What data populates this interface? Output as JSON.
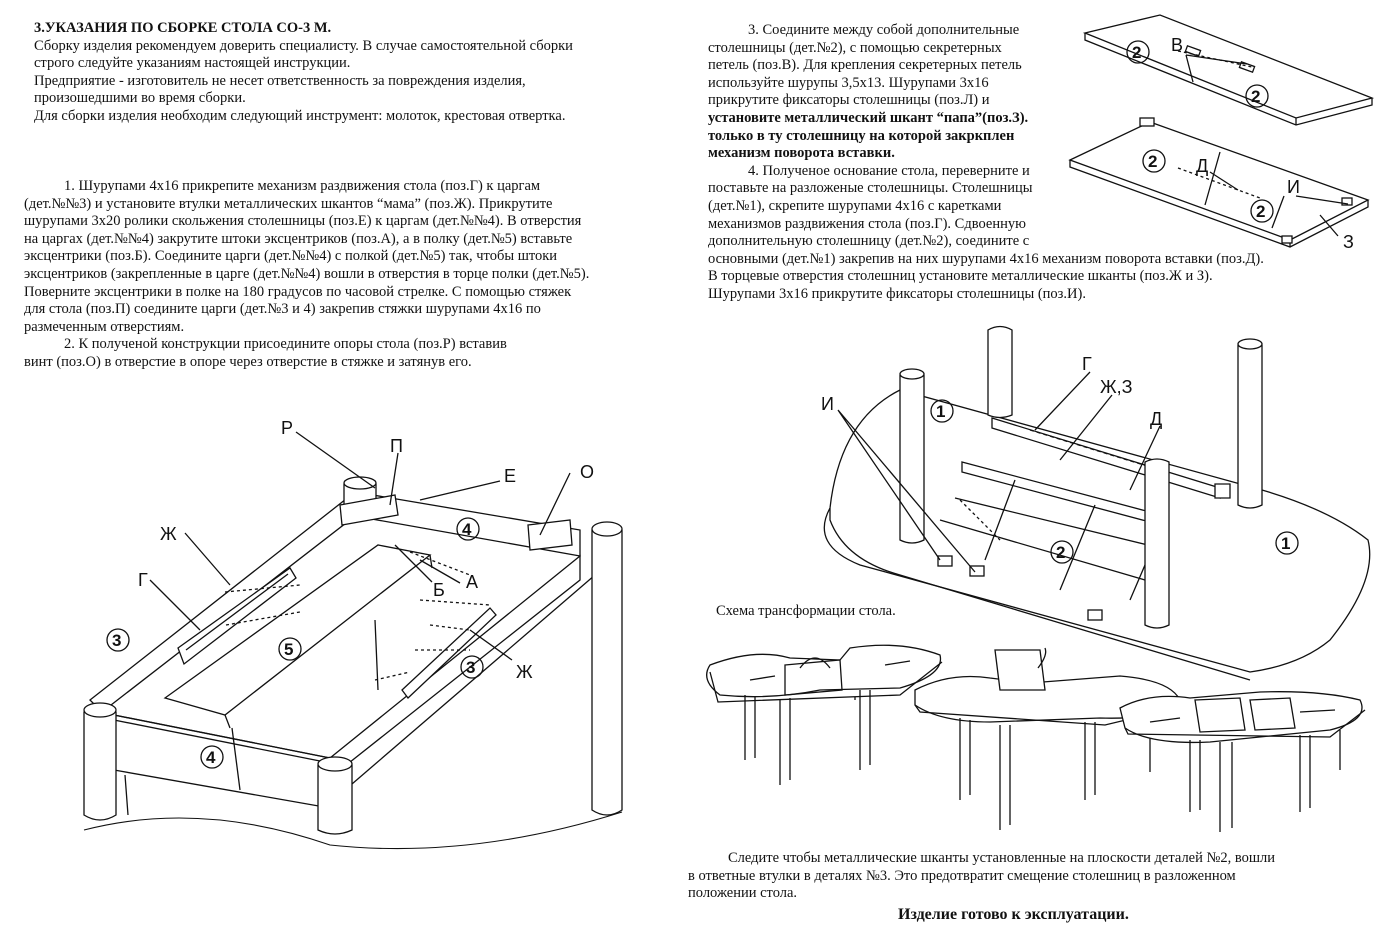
{
  "header": {
    "title": "3.УКАЗАНИЯ ПО СБОРКЕ СТОЛА СО-3 М.",
    "intro": [
      " Сборку  изделия  рекомендуем  доверить  специалисту.  В  случае самостоятельной сборки",
      "строго  следуйте  указаниям  настоящей  инструкции.",
      " Предприятие - изготовитель не  несет ответственность  за  повреждения  изделия,",
      "произошедшими  во  время  сборки.",
      " Для  сборки  изделия  необходим  следующий   инструмент: молоток,  крестовая  отвертка."
    ]
  },
  "steps": {
    "step1": [
      "1.  Шурупами 4х16 прикрепите механизм раздвижения стола (поз.Г) к царгам",
      " (дет.№№3) и установите втулки металлических шкантов “мама” (поз.Ж).  Прикрутите",
      "шурупами 3х20 ролики скольжения столешницы (поз.Е) к царгам (дет.№№4). В отверстия",
      "на царгах (дет.№№4) закрутите штоки эксцентриков (поз.А), а в полку (дет.№5) вставьте",
      "эксцентрики (поз.Б). Соедините царги (дет.№№4) с полкой (дет.№5) так, чтобы штоки",
      "эксцентриков (закрепленные в царге (дет.№№4) вошли в отверстия в торце полки (дет.№5).",
      "Поверните эксцентрики в полке на 180 градусов по часовой стрелке. С помощью стяжек",
      "для стола (поз.П) соедините царги (дет.№3 и 4) закрепив стяжки шурупами 4х16 по",
      "размеченным отверстиям."
    ],
    "step2": [
      "2. К полученой конструкции присоедините опоры стола (поз.Р) вставив",
      " винт (поз.О) в отверстие в опоре  через отверстие в стяжке и затянув его."
    ],
    "step3": [
      "3. Соедините между собой дополнительные",
      "столешницы (дет.№2), с помощью секретерных",
      "петель (поз.В). Для крепления секретерных петель",
      "используйте шурупы 3,5х13. Шурупами 3х16",
      "прикрутите фиксаторы столешницы (поз.Л) и"
    ],
    "step3_bold": [
      "установите металлический шкант “папа”(поз.З).",
      "только в ту столешницу на которой закркплен",
      "механизм поворота вставки."
    ],
    "step4_narrow": [
      "4. Полученое основание стола, переверните и",
      "поставьте на разложеные столешницы. Столешницы",
      "(дет.№1), скрепите шурупами 4х16 с каретками",
      "механизмов раздвижения стола (поз.Г). Сдвоенную",
      "дополнительную столешницу (дет.№2), соедините с"
    ],
    "step4_wide": [
      "основными (дет.№1) закрепив на них шурупами 4х16 механизм поворота вставки (поз.Д).",
      "В торцевые отверстия столешниц установите металлические шканты (поз.Ж и З).",
      "Шурупами 3х16 прикрутите фиксаторы столешницы (поз.И)."
    ]
  },
  "figure_labels": {
    "assembly": {
      "R": "Р",
      "P": "П",
      "E": "Е",
      "O": "О",
      "Zh1": "Ж",
      "G": "Г",
      "B": "Б",
      "A": "А",
      "Zh2": "Ж",
      "n3a": "3",
      "n4a": "4",
      "n5": "5",
      "n3b": "3",
      "n4b": "4"
    },
    "tops": {
      "V": "В",
      "n2a": "2",
      "n2b": "2",
      "n2c": "2",
      "n2d": "2",
      "D": "Д",
      "I": "И",
      "Z": "З"
    },
    "base": {
      "I": "И",
      "G": "Г",
      "ZhZ": "Ж,З",
      "D": "Д",
      "n1a": "1",
      "n2": "2",
      "n1b": "1"
    }
  },
  "scheme_caption": "Схема трансформации стола.",
  "footer": {
    "note": [
      "Следите чтобы металлические шканты установленные на плоскости деталей №2, вошли",
      "в ответные втулки в деталях №3. Это предотвратит смещение столешниц в разложенном",
      "положении стола."
    ],
    "final": "Изделие  готово к эксплуатации."
  }
}
